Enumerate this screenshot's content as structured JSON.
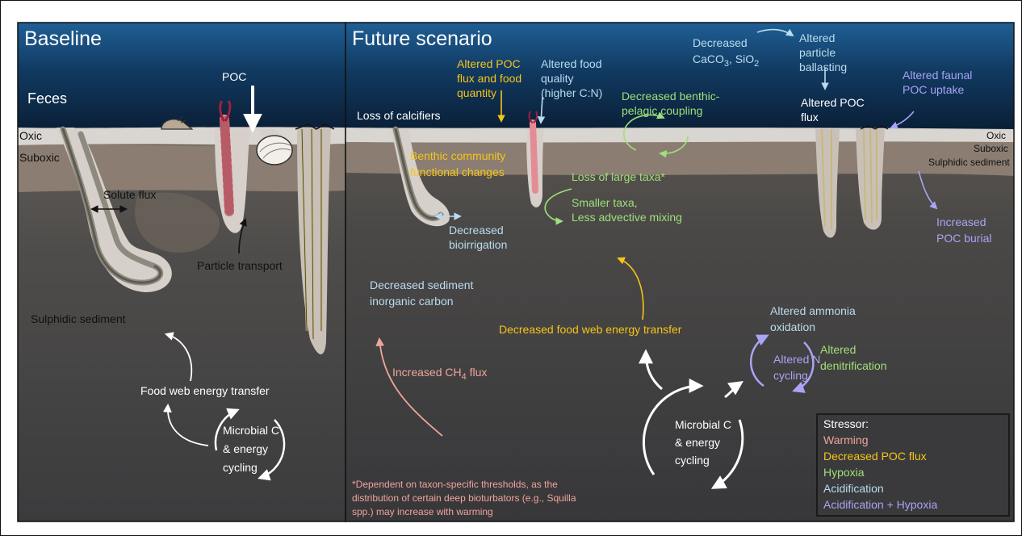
{
  "panels": {
    "baseline_title": "Baseline",
    "future_title": "Future scenario"
  },
  "baseline": {
    "feces": "Feces",
    "poc": "POC",
    "oxic": "Oxic",
    "suboxic": "Suboxic",
    "solute_flux": "Solute flux",
    "particle_transport": "Particle transport",
    "sulphidic_sediment": "Sulphidic sediment",
    "food_web": "Food web energy transfer",
    "microbial_1": "Microbial C",
    "microbial_2": "& energy",
    "microbial_3": "cycling"
  },
  "future": {
    "altered_poc_flux_1": "Altered  POC",
    "altered_poc_flux_2": "flux and food",
    "altered_poc_flux_3": "quantity",
    "altered_food_quality_1": "Altered food",
    "altered_food_quality_2": "quality",
    "altered_food_quality_3": "(higher C:N)",
    "decreased_caco3_1": "Decreased",
    "decreased_caco3_2": "CaCO",
    "decreased_caco3_sub1": "3",
    "decreased_caco3_3": ", SiO",
    "decreased_caco3_sub2": "2",
    "altered_ballasting_1": "Altered",
    "altered_ballasting_2": "particle",
    "altered_ballasting_3": "ballasting",
    "altered_faunal_1": "Altered faunal",
    "altered_faunal_2": "POC uptake",
    "altered_poc_1": "Altered POC",
    "altered_poc_2": "flux",
    "loss_calcifiers": "Loss of calcifiers",
    "benthic_pelagic_1": "Decreased benthic-",
    "benthic_pelagic_2": "pelagic coupling",
    "oxic": "Oxic",
    "suboxic": "Suboxic",
    "sulphidic": "Sulphidic sediment",
    "community_1": "Benthic community",
    "community_2": "functional changes",
    "loss_large_taxa": "Loss of large taxa*",
    "smaller_taxa_1": "Smaller taxa,",
    "smaller_taxa_2": "Less advective mixing",
    "bioirrigation_1": "Decreased",
    "bioirrigation_2": "bioirrigation",
    "increased_burial_1": "Increased",
    "increased_burial_2": "POC burial",
    "inorganic_c_1": "Decreased sediment",
    "inorganic_c_2": "inorganic carbon",
    "ammonia_1": "Altered ammonia",
    "ammonia_2": "oxidation",
    "food_web": "Decreased food web energy transfer",
    "n_cycling_1": "Altered N",
    "n_cycling_2": "cycling",
    "denitrification_1": "Altered",
    "denitrification_2": "denitrification",
    "ch4_pre": "Increased CH",
    "ch4_sub": "4",
    "ch4_post": " flux",
    "microbial_1": "Microbial C",
    "microbial_2": "& energy",
    "microbial_3": "cycling",
    "footnote_1": "*Dependent on taxon-specific thresholds, as  the",
    "footnote_2": "distribution of certain deep bioturbators (e.g., Squilla",
    "footnote_3": "spp.) may increase with warming"
  },
  "legend": {
    "title": "Stressor:",
    "items": [
      {
        "label": "Warming",
        "color": "#f0a49b"
      },
      {
        "label": "Decreased POC flux",
        "color": "#f5c518"
      },
      {
        "label": "Hypoxia",
        "color": "#9fe07a"
      },
      {
        "label": "Acidification",
        "color": "#b9dcef"
      },
      {
        "label": "Acidification + Hypoxia",
        "color": "#a9a4f5"
      }
    ]
  },
  "colors": {
    "warming": "#f0a49b",
    "poc_flux": "#f5c518",
    "hypoxia": "#9fe07a",
    "acidification": "#b9dcef",
    "acid_hypoxia": "#a9a4f5"
  }
}
